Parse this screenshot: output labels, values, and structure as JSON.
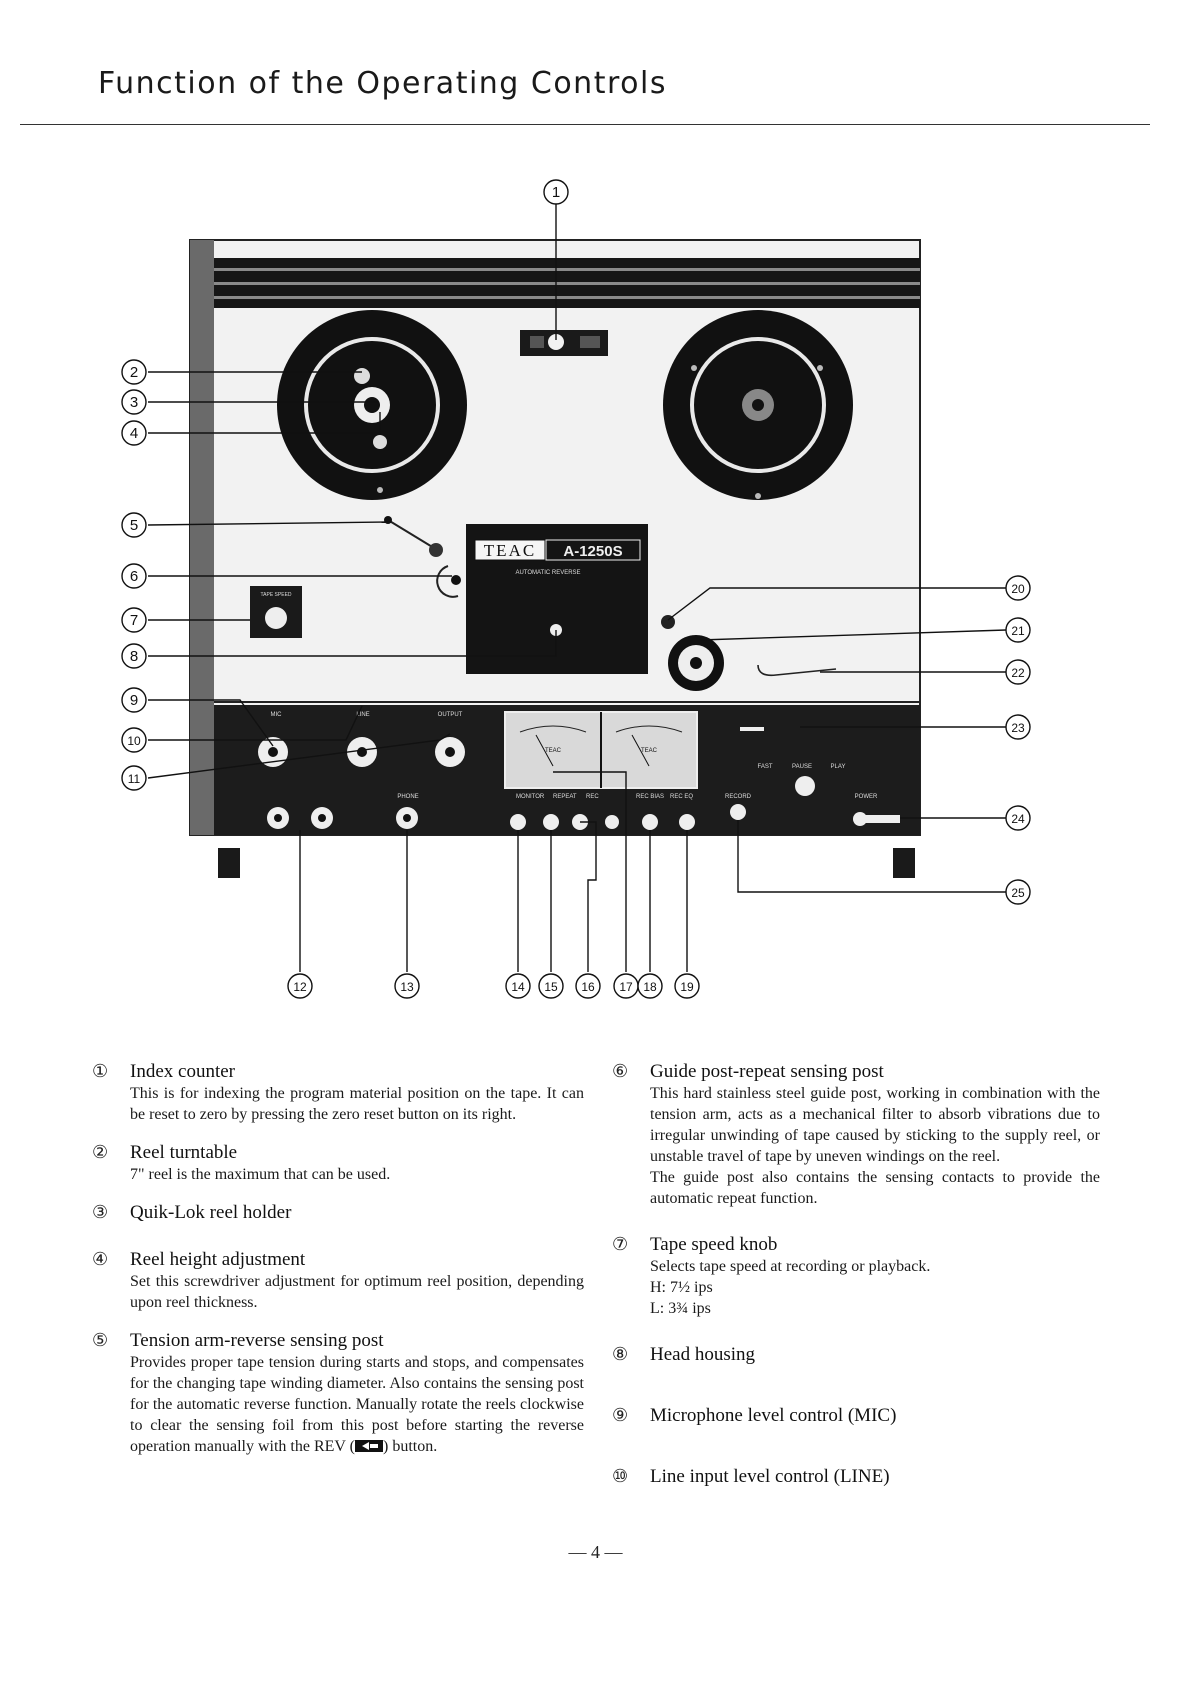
{
  "page": {
    "title": "Function of the Operating Controls",
    "page_number": "— 4 —"
  },
  "figure": {
    "callouts": [
      "1",
      "2",
      "3",
      "4",
      "5",
      "6",
      "7",
      "8",
      "9",
      "10",
      "11",
      "12",
      "13",
      "14",
      "15",
      "16",
      "17",
      "18",
      "19",
      "20",
      "21",
      "22",
      "23",
      "24",
      "25"
    ],
    "panel_labels": {
      "brand": "TEAC",
      "model": "A-1250S",
      "subtitle": "AUTOMATIC REVERSE",
      "tape_speed": "TAPE SPEED",
      "mic": "MIC",
      "line": "LINE",
      "output": "OUTPUT",
      "phone": "PHONE",
      "meter_brand": "TEAC",
      "monitor": "MONITOR",
      "repeat": "REPEAT",
      "rec": "REC",
      "rec_bias": "REC BIAS",
      "rec_eq": "REC EQ",
      "record": "RECORD",
      "fast": "FAST",
      "pause": "PAUSE",
      "play": "PLAY",
      "power": "POWER"
    }
  },
  "controls": [
    {
      "num": "①",
      "title": "Index counter",
      "text": "This is for indexing the program material position on the tape. It can be reset to zero by pressing the zero reset button on its right."
    },
    {
      "num": "②",
      "title": "Reel turntable",
      "text": "7\" reel is the maximum that can be used."
    },
    {
      "num": "③",
      "title": "Quik-Lok reel holder"
    },
    {
      "num": "④",
      "title": "Reel height adjustment",
      "text": "Set this screwdriver adjustment for optimum reel position, depending upon reel thickness."
    },
    {
      "num": "⑤",
      "title": "Tension arm-reverse sensing post",
      "text": "Provides proper tape tension during starts and stops, and compensates for the changing tape winding diameter. Also contains the sensing post for the automatic reverse function. Manually rotate the reels clockwise to clear the sensing foil from this post before starting the reverse operation manually with the REV (",
      "text_end": ") button."
    },
    {
      "num": "⑥",
      "title": "Guide post-repeat sensing post",
      "text": "This hard stainless steel guide post, working in combination with the tension arm, acts as a mechanical filter to absorb vibrations due to irregular unwinding of tape caused by sticking to the supply reel, or unstable travel of tape by uneven windings on the reel.",
      "text2": "The guide post also contains the sensing contacts to provide the automatic repeat function."
    },
    {
      "num": "⑦",
      "title": "Tape speed knob",
      "text": "Selects tape speed at recording or playback.",
      "line1": "H: 7½ ips",
      "line2": "L: 3¾ ips"
    },
    {
      "num": "⑧",
      "title": "Head housing"
    },
    {
      "num": "⑨",
      "title": "Microphone level control (MIC)"
    },
    {
      "num": "⑩",
      "title": "Line input level control (LINE)"
    }
  ]
}
